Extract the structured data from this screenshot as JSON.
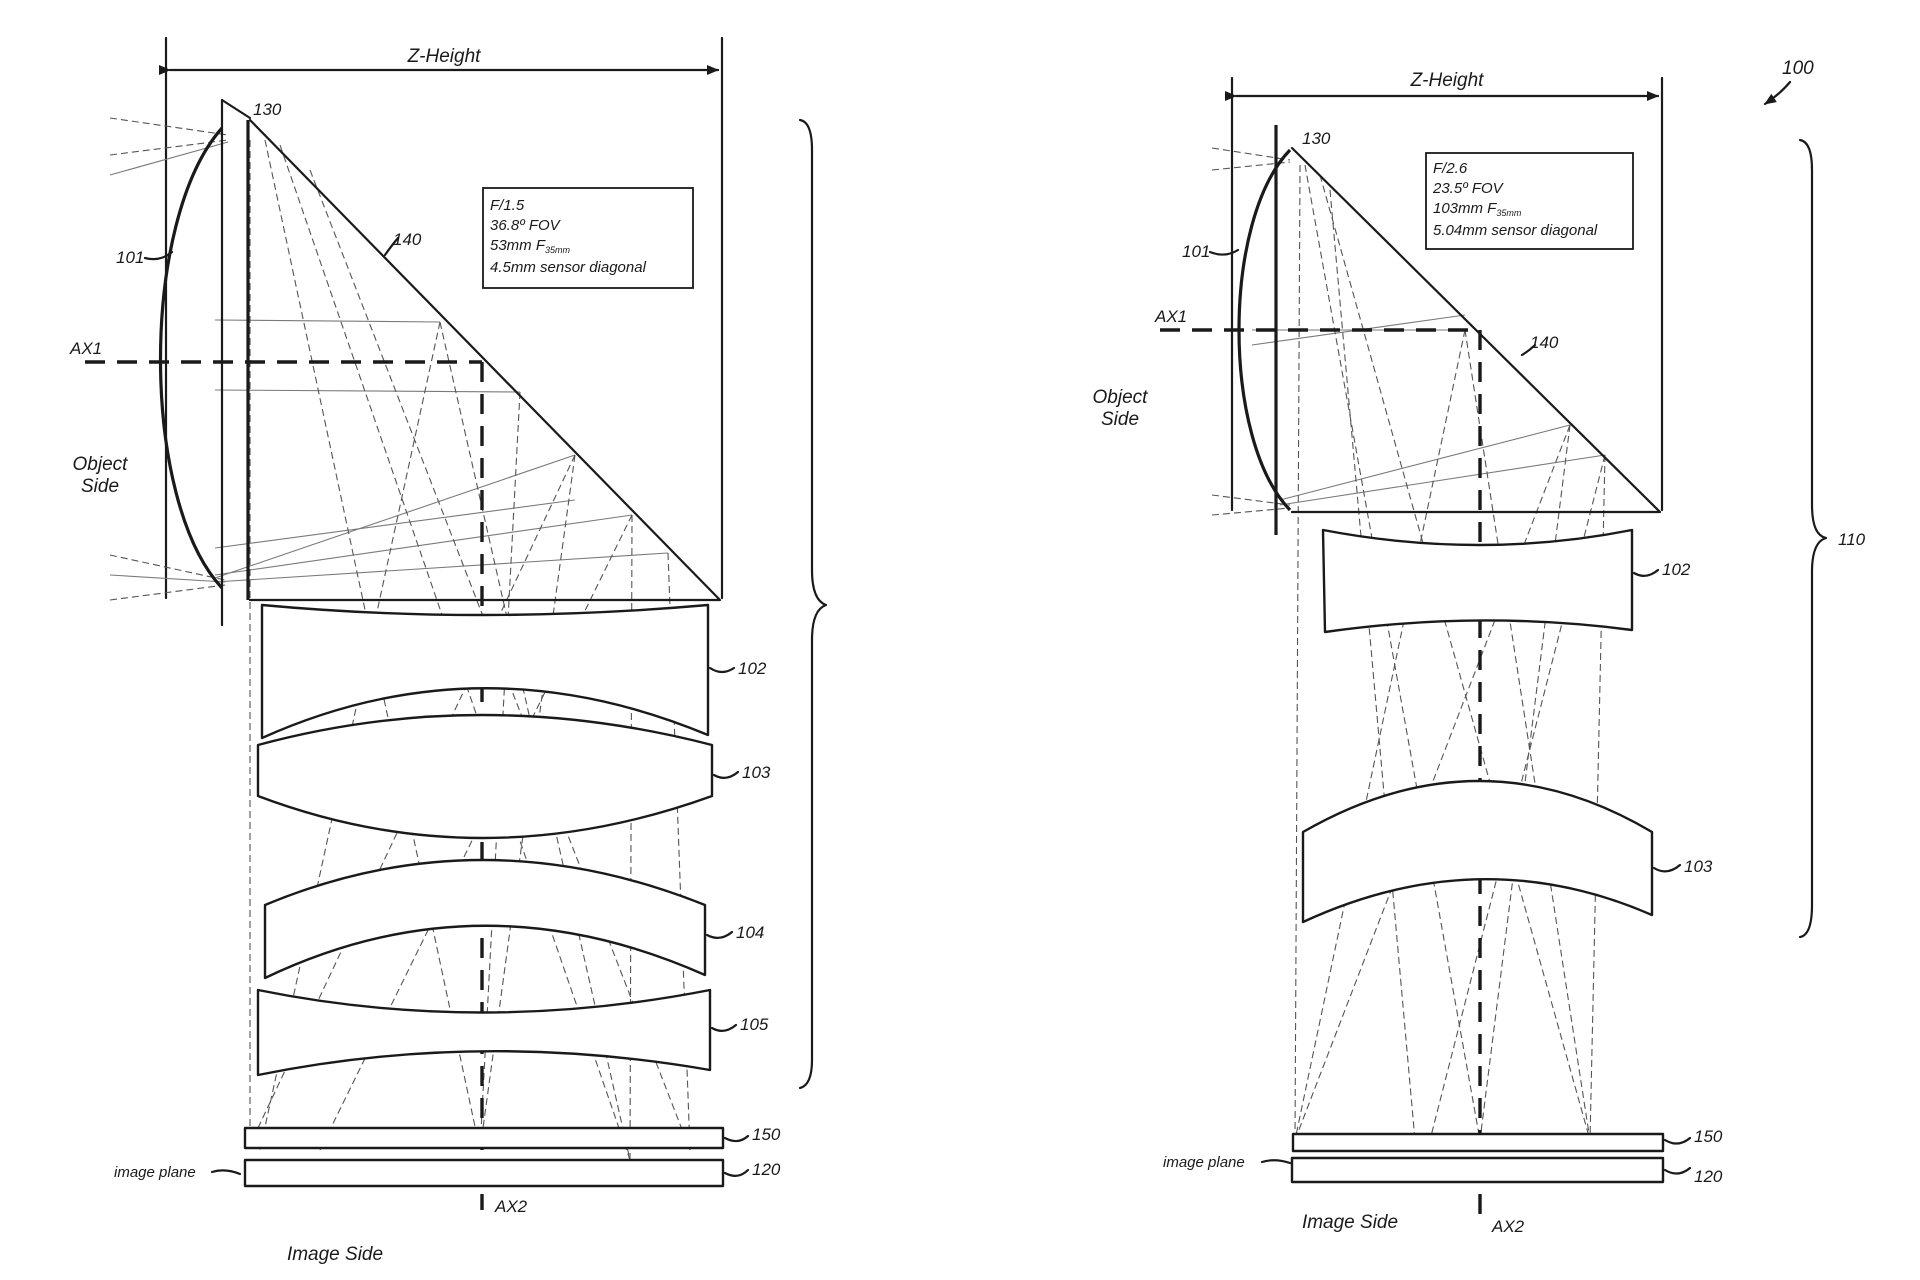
{
  "figure_number": "100",
  "left": {
    "z_height_label": "Z-Height",
    "specs": [
      "F/1.5",
      "36.8º FOV",
      "4.5mm sensor diagonal"
    ],
    "focal_prefix": "53mm F",
    "focal_sub": "35mm",
    "object_side": [
      "Object",
      "Side"
    ],
    "image_side": "Image Side",
    "image_plane": "image plane",
    "axis1": "AX1",
    "axis2": "AX2",
    "refs": {
      "aperture": "130",
      "lens1": "101",
      "prism": "140",
      "lens2": "102",
      "lens3": "103",
      "lens4": "104",
      "lens5": "105",
      "filter": "150",
      "sensor": "120"
    }
  },
  "right": {
    "z_height_label": "Z-Height",
    "specs": [
      "F/2.6",
      "23.5º FOV",
      "5.04mm sensor diagonal"
    ],
    "focal_prefix": "103mm F",
    "focal_sub": "35mm",
    "object_side": [
      "Object",
      "Side"
    ],
    "image_side": "Image Side",
    "image_plane": "image plane",
    "axis1": "AX1",
    "axis2": "AX2",
    "refs": {
      "aperture": "130",
      "lens1": "101",
      "prism": "140",
      "lens2": "102",
      "lens3": "103",
      "filter": "150",
      "sensor": "120",
      "group": "110"
    }
  }
}
